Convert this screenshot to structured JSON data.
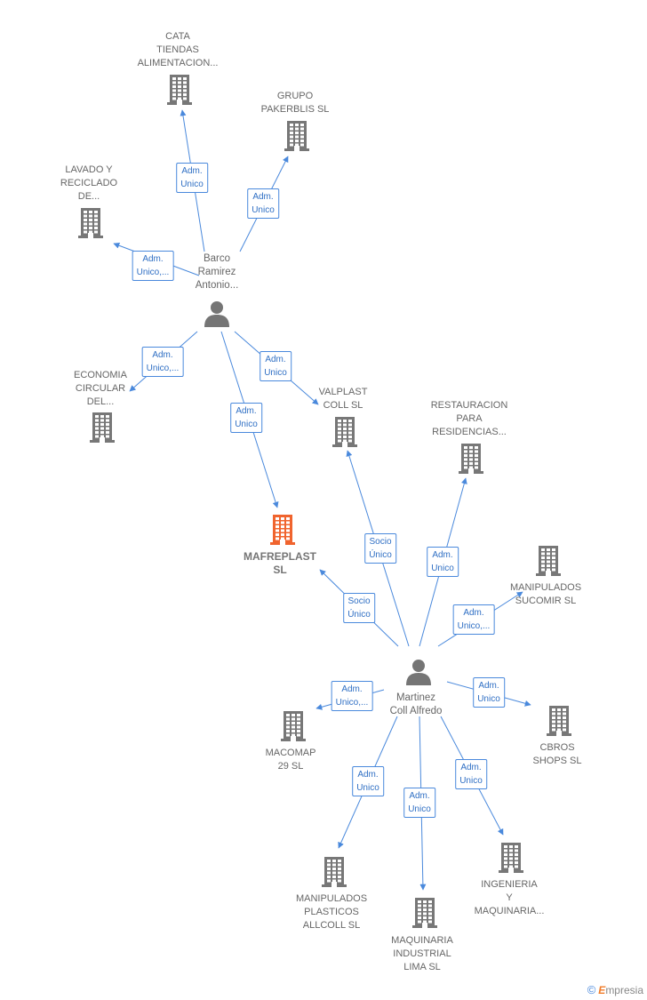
{
  "colors": {
    "edge": "#4a89dc",
    "building": "#777777",
    "main_building": "#f0642e",
    "person": "#757575"
  },
  "persons": [
    {
      "id": "barco",
      "label": "Barco\nRamirez\nAntonio...",
      "icon": "person-icon"
    },
    {
      "id": "martinez",
      "label": "Martinez\nColl Alfredo",
      "icon": "person-icon"
    }
  ],
  "companies": [
    {
      "id": "cata",
      "label": "CATA\nTIENDAS\nALIMENTACION...",
      "icon": "building-icon"
    },
    {
      "id": "grupo",
      "label": "GRUPO\nPAKERBLIS SL",
      "icon": "building-icon"
    },
    {
      "id": "lavado",
      "label": "LAVADO Y\nRECICLADO\nDE...",
      "icon": "building-icon"
    },
    {
      "id": "economia",
      "label": "ECONOMIA\nCIRCULAR\nDEL...",
      "icon": "building-icon"
    },
    {
      "id": "valplast",
      "label": "VALPLAST\nCOLL  SL",
      "icon": "building-icon"
    },
    {
      "id": "restauracion",
      "label": "RESTAURACION\nPARA\nRESIDENCIAS...",
      "icon": "building-icon"
    },
    {
      "id": "mafreplast",
      "label": "MAFREPLAST\nSL",
      "icon": "building-icon",
      "main": true
    },
    {
      "id": "sucomir",
      "label": "MANIPULADOS\nSUCOMIR  SL",
      "icon": "building-icon"
    },
    {
      "id": "macomap",
      "label": "MACOMAP\n29  SL",
      "icon": "building-icon"
    },
    {
      "id": "cbros",
      "label": "CBROS\nSHOPS  SL",
      "icon": "building-icon"
    },
    {
      "id": "allcoll",
      "label": "MANIPULADOS\nPLASTICOS\nALLCOLL SL",
      "icon": "building-icon"
    },
    {
      "id": "lima",
      "label": "MAQUINARIA\nINDUSTRIAL\nLIMA SL",
      "icon": "building-icon"
    },
    {
      "id": "ingenieria",
      "label": "INGENIERIA\nY\nMAQUINARIA...",
      "icon": "building-icon"
    }
  ],
  "relations": [
    {
      "from": "barco",
      "to": "cata",
      "label": "Adm.\nUnico"
    },
    {
      "from": "barco",
      "to": "grupo",
      "label": "Adm.\nUnico"
    },
    {
      "from": "barco",
      "to": "lavado",
      "label": "Adm.\nUnico,..."
    },
    {
      "from": "barco",
      "to": "economia",
      "label": "Adm.\nUnico,..."
    },
    {
      "from": "barco",
      "to": "valplast",
      "label": "Adm.\nUnico"
    },
    {
      "from": "barco",
      "to": "mafreplast",
      "label": "Adm.\nUnico"
    },
    {
      "from": "martinez",
      "to": "valplast",
      "label": "Socio\nÚnico"
    },
    {
      "from": "martinez",
      "to": "restauracion",
      "label": "Adm.\nUnico"
    },
    {
      "from": "martinez",
      "to": "mafreplast",
      "label": "Socio\nÚnico"
    },
    {
      "from": "martinez",
      "to": "sucomir",
      "label": "Adm.\nUnico,..."
    },
    {
      "from": "martinez",
      "to": "macomap",
      "label": "Adm.\nUnico,..."
    },
    {
      "from": "martinez",
      "to": "cbros",
      "label": "Adm.\nUnico"
    },
    {
      "from": "martinez",
      "to": "allcoll",
      "label": "Adm.\nUnico"
    },
    {
      "from": "martinez",
      "to": "lima",
      "label": "Adm.\nUnico"
    },
    {
      "from": "martinez",
      "to": "ingenieria",
      "label": "Adm.\nUnico"
    }
  ],
  "brand": {
    "symbol": "©",
    "first_letter": "E",
    "rest": "mpresia"
  }
}
